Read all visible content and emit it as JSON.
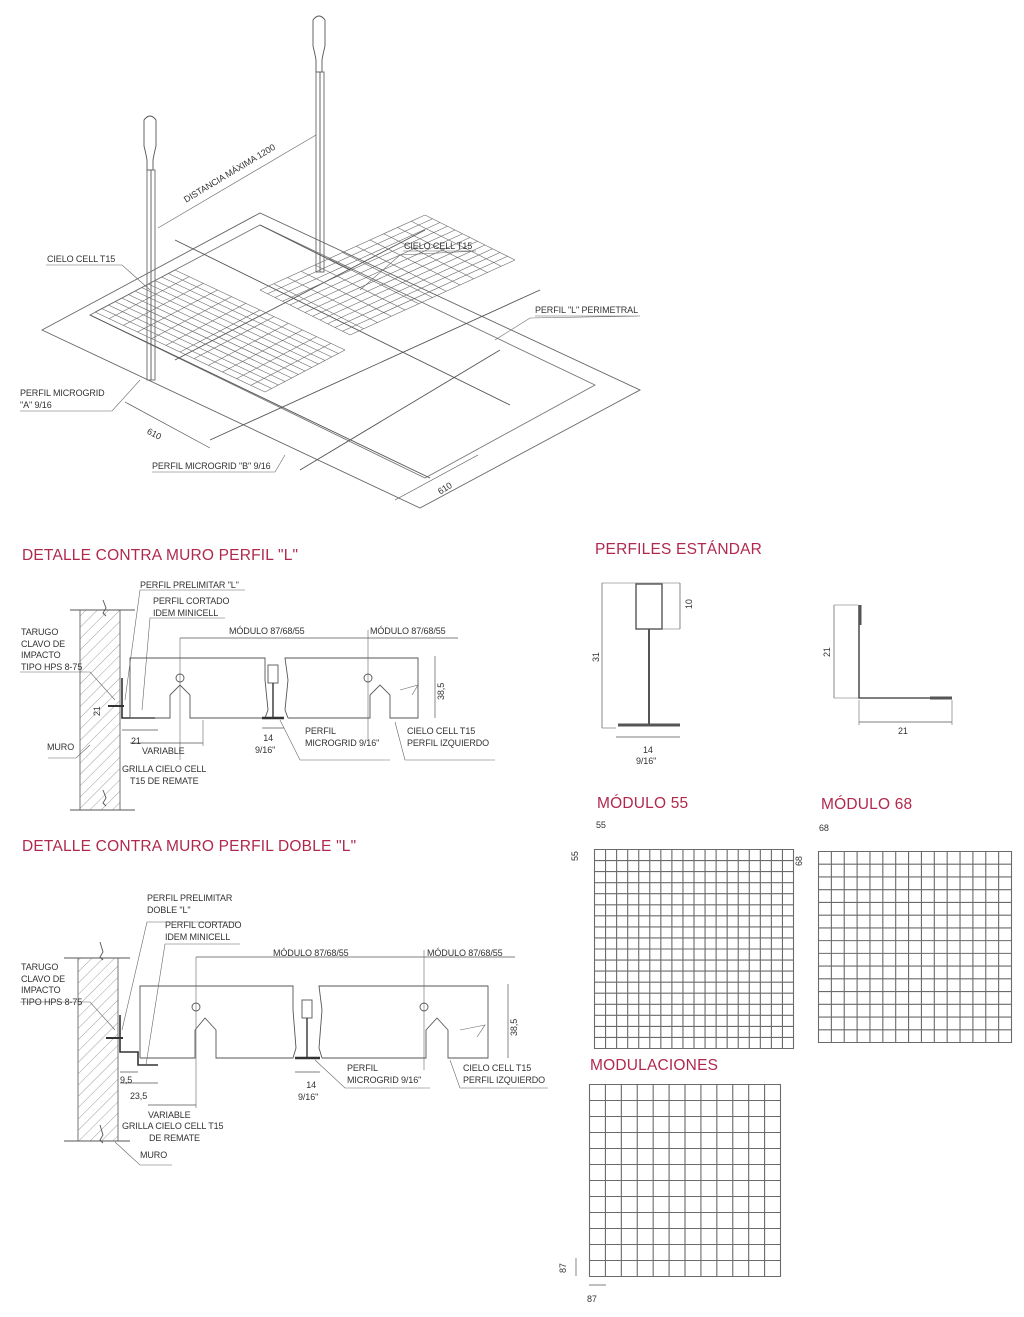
{
  "iso_view": {
    "distance_label": "DISTANCIA MÁXIMA 1200",
    "cielo_cell_left": "CIELO CELL T15",
    "cielo_cell_right": "CIELO CELL T15",
    "perfil_l_perimetral": "PERFIL \"L\" PERIMETRAL",
    "perfil_microgrid_a_line1": "PERFIL MICROGRID",
    "perfil_microgrid_a_line2": "\"A\" 9/16",
    "perfil_microgrid_b": "PERFIL MICROGRID \"B\" 9/16",
    "dim_left": "610",
    "dim_right": "610"
  },
  "detalle_l": {
    "title": "DETALLE CONTRA MURO PERFIL \"L\"",
    "perfil_prelimitar": "PERFIL PRELIMITAR \"L\"",
    "perfil_cortado_1": "PERFIL CORTADO",
    "perfil_cortado_2": "IDEM MINICELL",
    "tarugo_1": "TARUGO",
    "tarugo_2": "CLAVO DE",
    "tarugo_3": "IMPACTO",
    "tarugo_4": "TIPO HPS 8-75",
    "modulo_1": "MÓDULO 87/68/55",
    "modulo_2": "MÓDULO 87/68/55",
    "dim_21_v": "21",
    "dim_21_h": "21",
    "variable": "VARIABLE",
    "muro": "MURO",
    "grilla_1": "GRILLA CIELO CELL",
    "grilla_2": "T15 DE REMATE",
    "dim_14": "14",
    "dim_916": "9/16\"",
    "perfil_micro_1": "PERFIL",
    "perfil_micro_2": "MICROGRID 9/16\"",
    "cielo_1": "CIELO CELL T15",
    "cielo_2": "PERFIL IZQUIERDO",
    "dim_385": "38,5"
  },
  "detalle_doble_l": {
    "title": "DETALLE CONTRA MURO PERFIL DOBLE \"L\"",
    "perfil_prelimitar_1": "PERFIL PRELIMITAR",
    "perfil_prelimitar_2": "DOBLE \"L\"",
    "perfil_cortado_1": "PERFIL CORTADO",
    "perfil_cortado_2": "IDEM MINICELL",
    "tarugo_1": "TARUGO",
    "tarugo_2": "CLAVO DE",
    "tarugo_3": "IMPACTO",
    "tarugo_4": "TIPO HPS 8-75",
    "modulo_1": "MÓDULO 87/68/55",
    "modulo_2": "MÓDULO 87/68/55",
    "dim_95": "9,5",
    "dim_235": "23,5",
    "variable": "VARIABLE",
    "grilla_1": "GRILLA CIELO CELL T15",
    "grilla_2": "DE REMATE",
    "muro": "MURO",
    "dim_14": "14",
    "dim_916": "9/16\"",
    "perfil_micro_1": "PERFIL",
    "perfil_micro_2": "MICROGRID 9/16\"",
    "cielo_1": "CIELO CELL T15",
    "cielo_2": "PERFIL IZQUIERDO",
    "dim_385": "38,5"
  },
  "perfiles": {
    "title": "PERFILES ESTÁNDAR",
    "t_dim_31": "31",
    "t_dim_10": "10",
    "t_dim_14": "14",
    "t_dim_916": "9/16\"",
    "l_dim_21_v": "21",
    "l_dim_21_h": "21"
  },
  "modulo55": {
    "title": "MÓDULO 55",
    "dim_h": "55",
    "dim_v": "55",
    "cells": 18
  },
  "modulo68": {
    "title": "MÓDULO 68",
    "dim_h": "68",
    "dim_v": "68",
    "cells": 15
  },
  "modulaciones": {
    "title": "MODULACIONES",
    "dim_v": "87",
    "dim_h": "87",
    "cells": 12
  },
  "colors": {
    "title": "#b1284e",
    "line": "#555555"
  }
}
